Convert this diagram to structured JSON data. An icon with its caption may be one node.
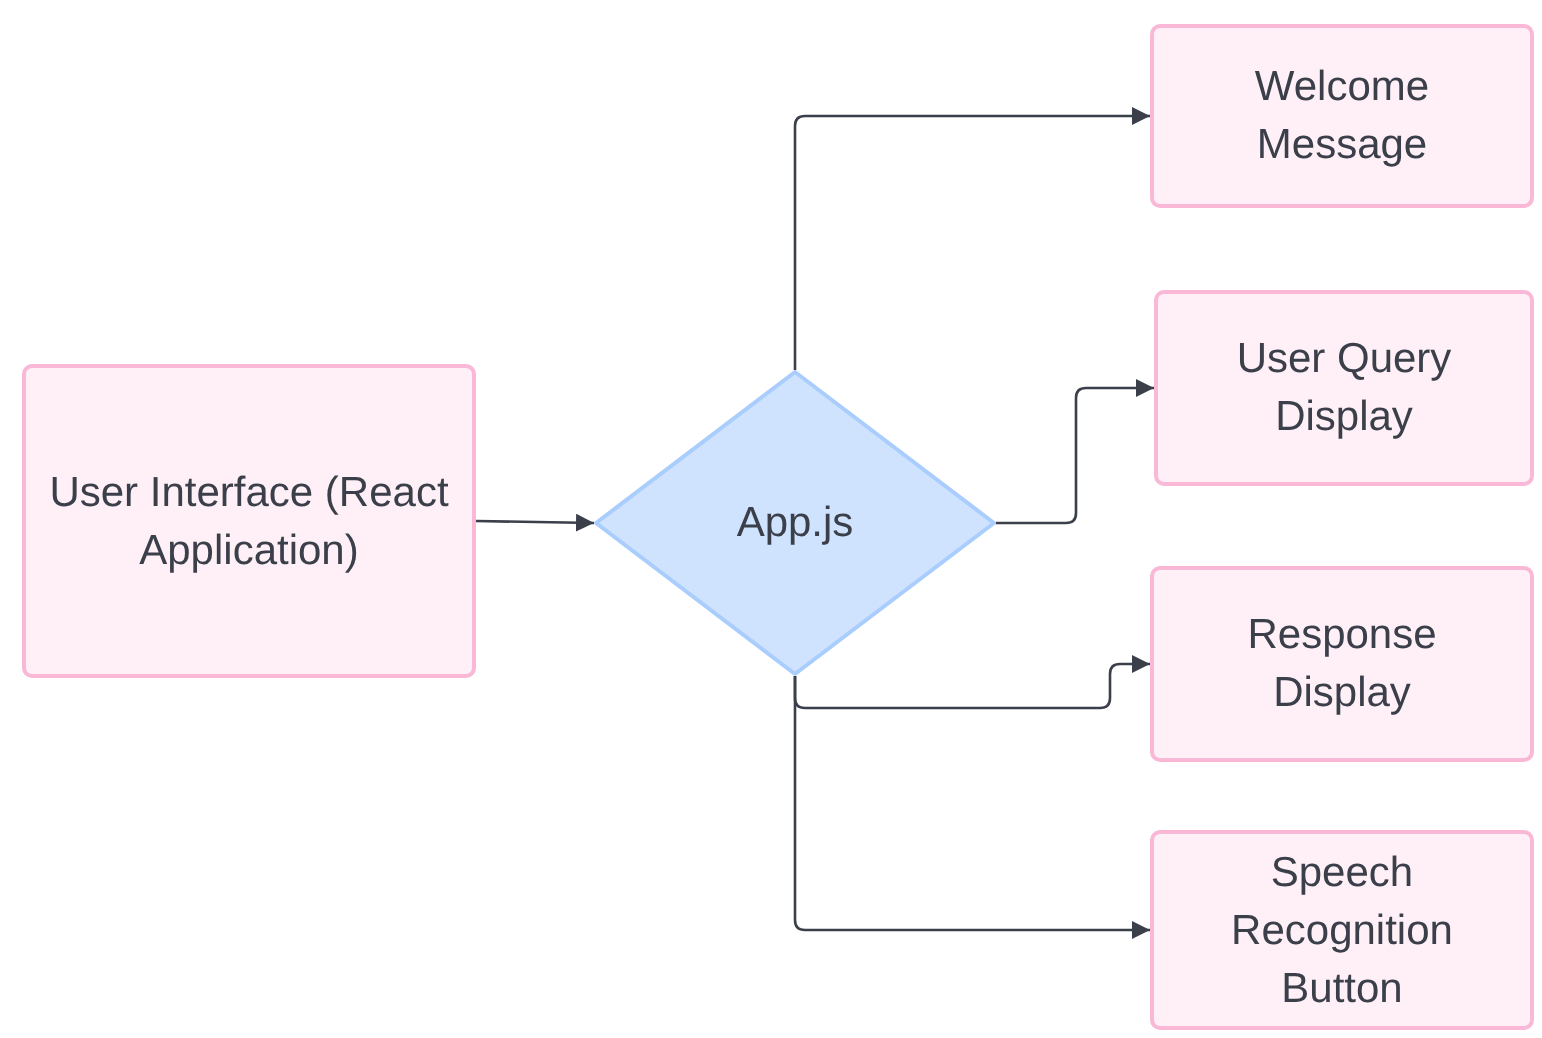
{
  "diagram": {
    "nodes": [
      {
        "text": [
          "User Interface (React Application)"
        ]
      },
      {
        "text": [
          "App.js"
        ]
      },
      {
        "text": [
          "Welcome Message"
        ]
      },
      {
        "text": [
          "User Query Display"
        ]
      },
      {
        "text": [
          "Response Display"
        ]
      },
      {
        "text": [
          "Speech Recognition Button"
        ]
      }
    ],
    "edges": [
      {
        "from": 0,
        "to": 1,
        "arrow": "to"
      },
      {
        "from": 1,
        "to": 2,
        "arrow": "to"
      },
      {
        "from": 1,
        "to": 3,
        "arrow": "to"
      },
      {
        "from": 1,
        "to": 4,
        "arrow": "to"
      },
      {
        "from": 1,
        "to": 5,
        "arrow": "to"
      }
    ]
  }
}
